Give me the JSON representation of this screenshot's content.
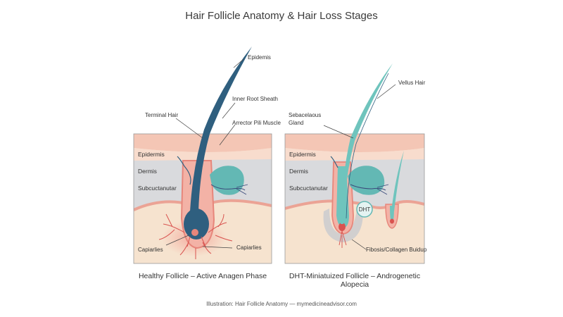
{
  "title": "Hair Follicle Anatomy & Hair Loss Stages",
  "panels": {
    "healthy": {
      "caption": "Healthy Follicle – Active Anagen Phase",
      "layers": [
        "Epidermis",
        "Dermis",
        "Subcuctanutar"
      ],
      "labels": {
        "epidermis_top": "Epidemis",
        "inner_root_sheath": "Inner Root Sheath",
        "terminal_hair": "Terminal Hair",
        "arrector_pili": "Arrector Pili Muscle",
        "capillaries_left": "Capiarlies",
        "capillaries_right": "Capiarlies"
      }
    },
    "miniaturized": {
      "caption": "DHT-Miniatuized Follicle – Androgenetic Alopecia",
      "layers": [
        "Epidermis",
        "Dermis",
        "Subcuctanutar"
      ],
      "labels": {
        "vellus_hair": "Vellus Hair",
        "sebaceous_line1": "Sebacelaous",
        "sebaceous_line2": "Gland",
        "dht": "DHT",
        "fibrosis": "Fibosis/Collagen Buidup"
      }
    }
  },
  "credit": "Illustration: Hair Follicle Anatomy — mymedicineadvisor.com",
  "colors": {
    "hair_dark": "#2f5f7f",
    "hair_teal": "#6fc4bd",
    "gland_teal": "#63b8b4",
    "epidermis": "#f4c6b5",
    "dermis": "#d9dadd",
    "subcutaneous": "#f6e3cf",
    "follicle_sheath": "#e7867b",
    "capillary": "#d9534f"
  }
}
